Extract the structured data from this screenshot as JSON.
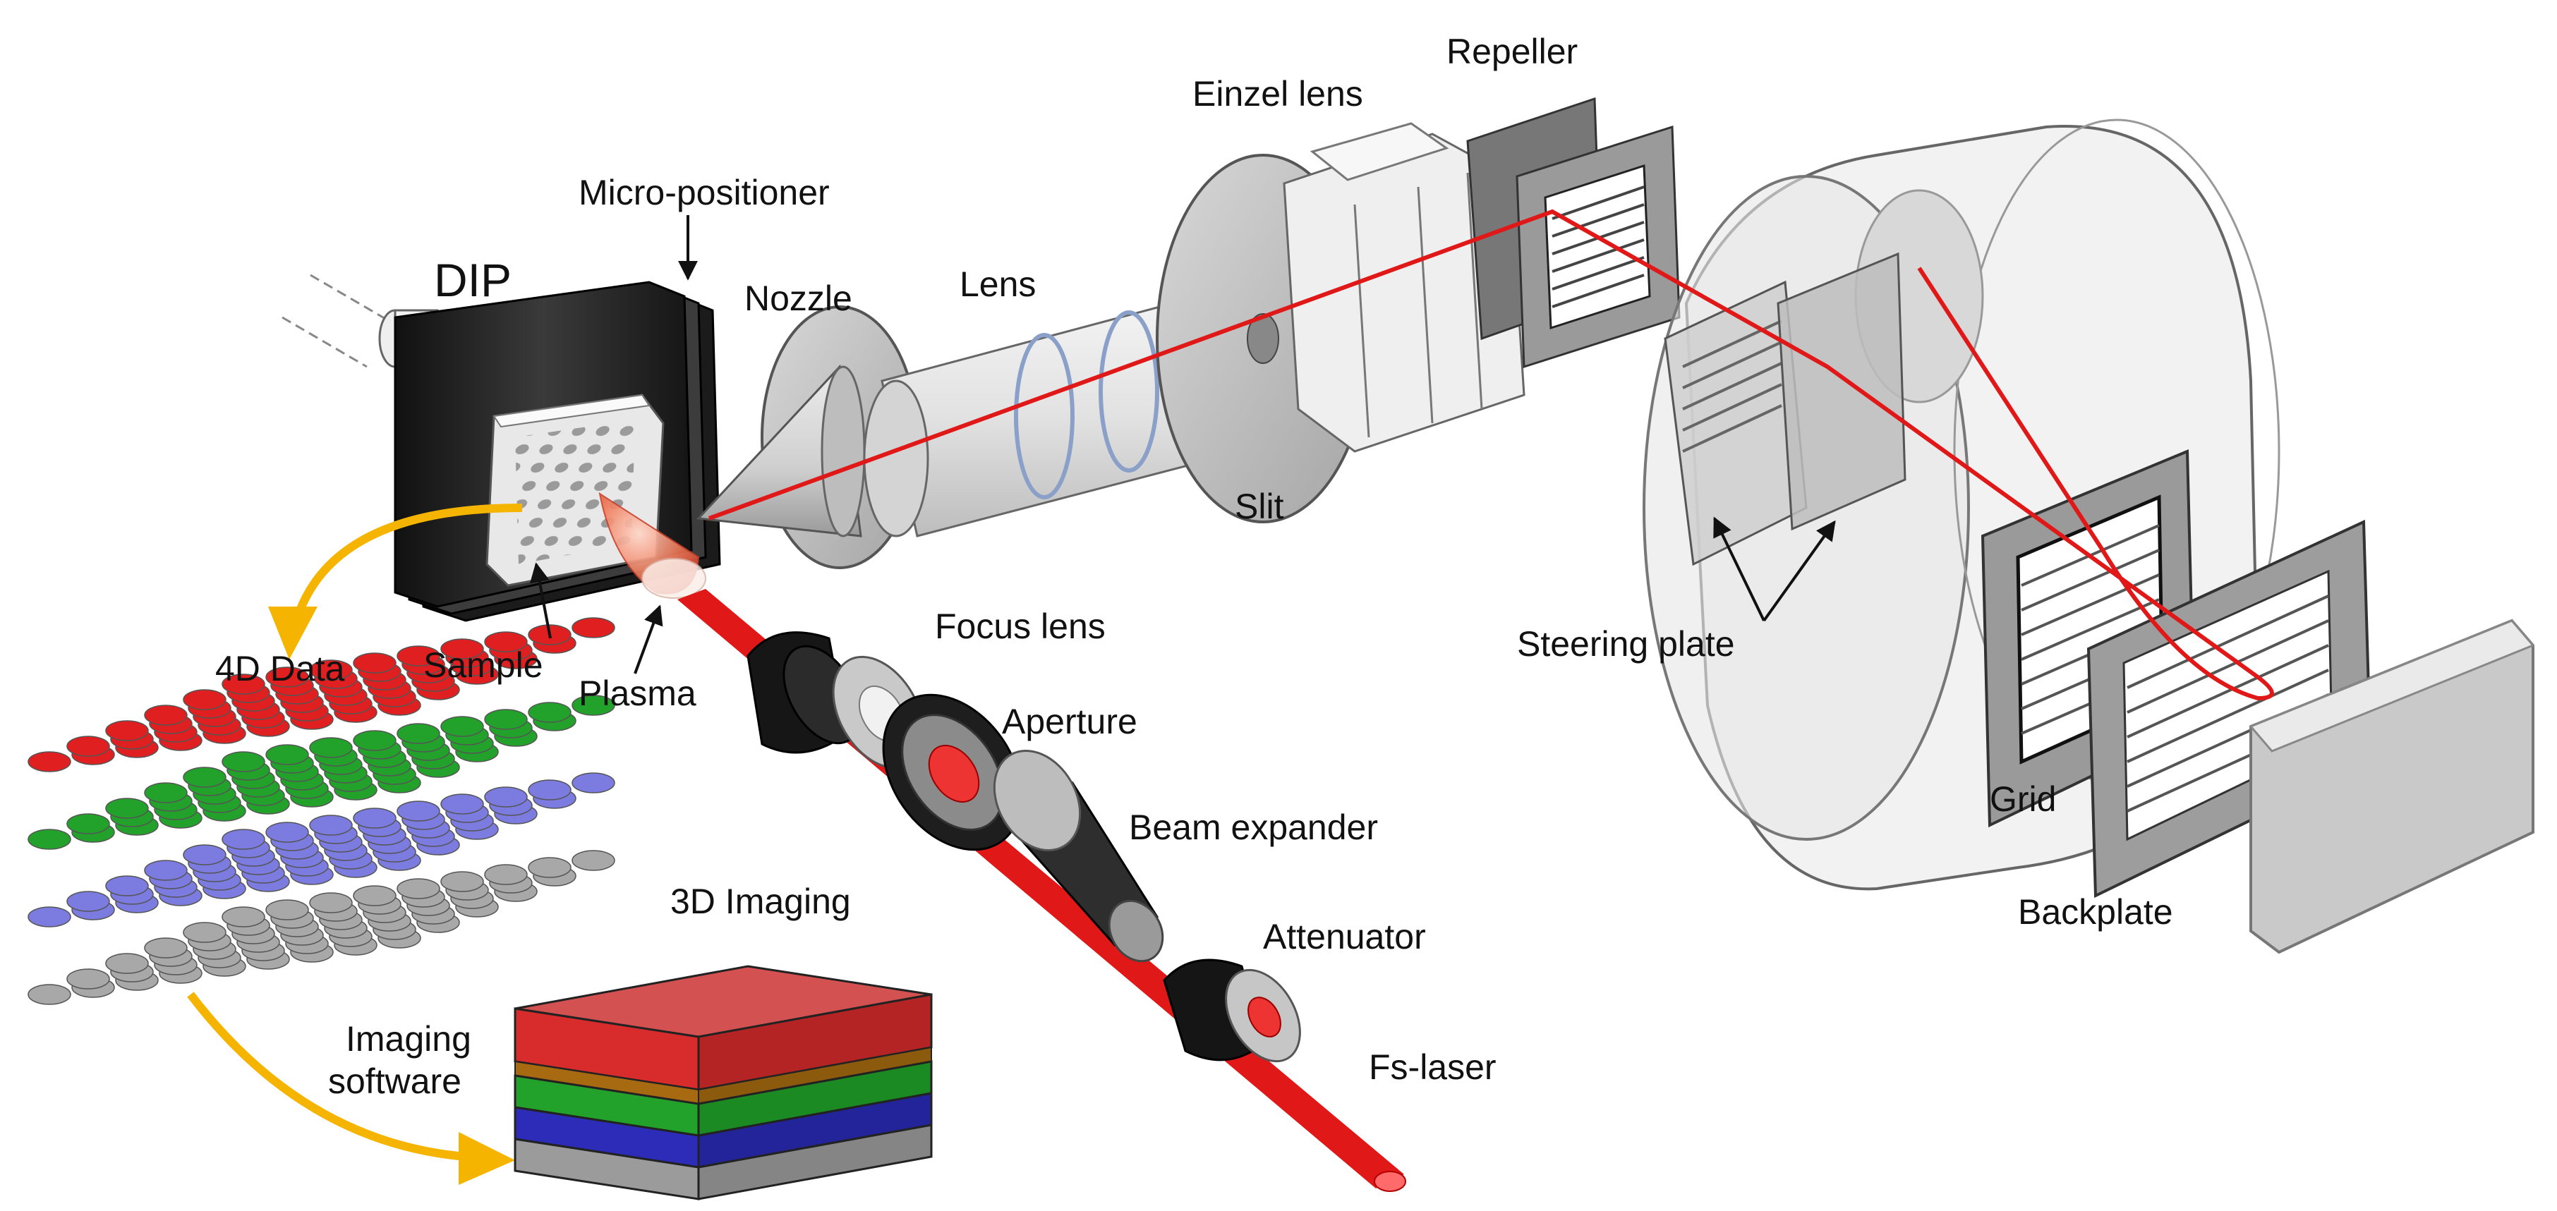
{
  "labels": {
    "dip": "DIP",
    "micro_positioner": "Micro-positioner",
    "nozzle": "Nozzle",
    "lens": "Lens",
    "einzel_lens": "Einzel lens",
    "repeller": "Repeller",
    "slit": "Slit",
    "sample": "Sample",
    "plasma": "Plasma",
    "focus_lens": "Focus lens",
    "aperture": "Aperture",
    "beam_expander": "Beam expander",
    "attenuator": "Attenuator",
    "fs_laser": "Fs-laser",
    "steering_plate": "Steering plate",
    "grid": "Grid",
    "backplate": "Backplate",
    "data_4d": "4D Data",
    "imaging_3d": "3D Imaging",
    "imaging_software_line1": "Imaging",
    "imaging_software_line2": "software"
  },
  "colors": {
    "laser_beam": "#e01818",
    "ion_path": "#e01818",
    "arrow_yellow": "#f5b400",
    "layer_red": "#e02020",
    "layer_green": "#22a22a",
    "layer_blue": "#7c7ce0",
    "layer_gray": "#a8a8a8",
    "device_dark": "#2a2a2a",
    "device_light": "#d8d8d8"
  }
}
